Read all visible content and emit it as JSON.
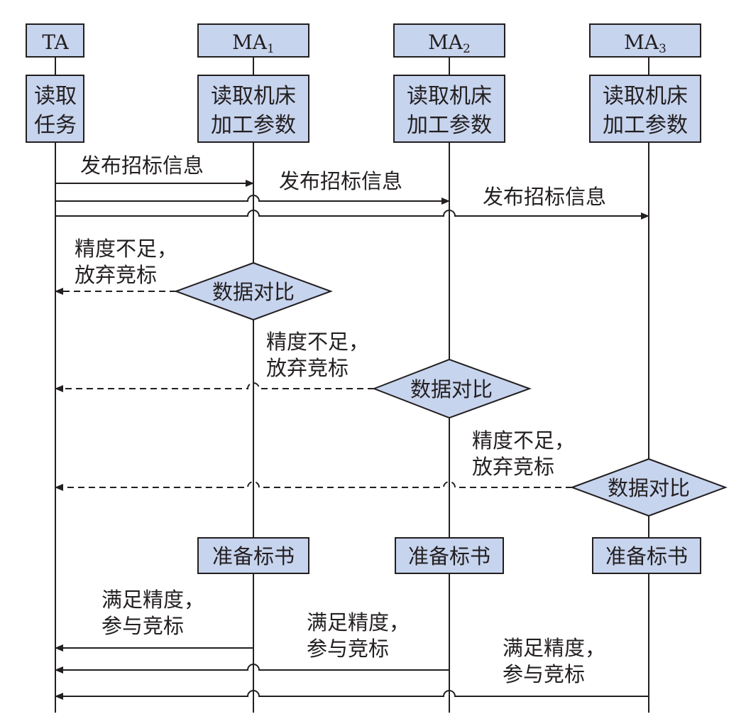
{
  "colors": {
    "box_fill": "#c7d4ee",
    "stroke": "#231f20",
    "text": "#231f20"
  },
  "agents": [
    {
      "name": "TA",
      "sub": "",
      "task": [
        "读取",
        "任务"
      ]
    },
    {
      "name": "MA",
      "sub": "1",
      "task": [
        "读取机床",
        "加工参数"
      ]
    },
    {
      "name": "MA",
      "sub": "2",
      "task": [
        "读取机床",
        "加工参数"
      ]
    },
    {
      "name": "MA",
      "sub": "3",
      "task": [
        "读取机床",
        "加工参数"
      ]
    }
  ],
  "messages": {
    "publish": "发布招标信息",
    "compare": "数据对比",
    "reject": [
      "精度不足，",
      "放弃竞标"
    ],
    "prepare": "准备标书",
    "accept": [
      "满足精度，",
      "参与竞标"
    ]
  }
}
